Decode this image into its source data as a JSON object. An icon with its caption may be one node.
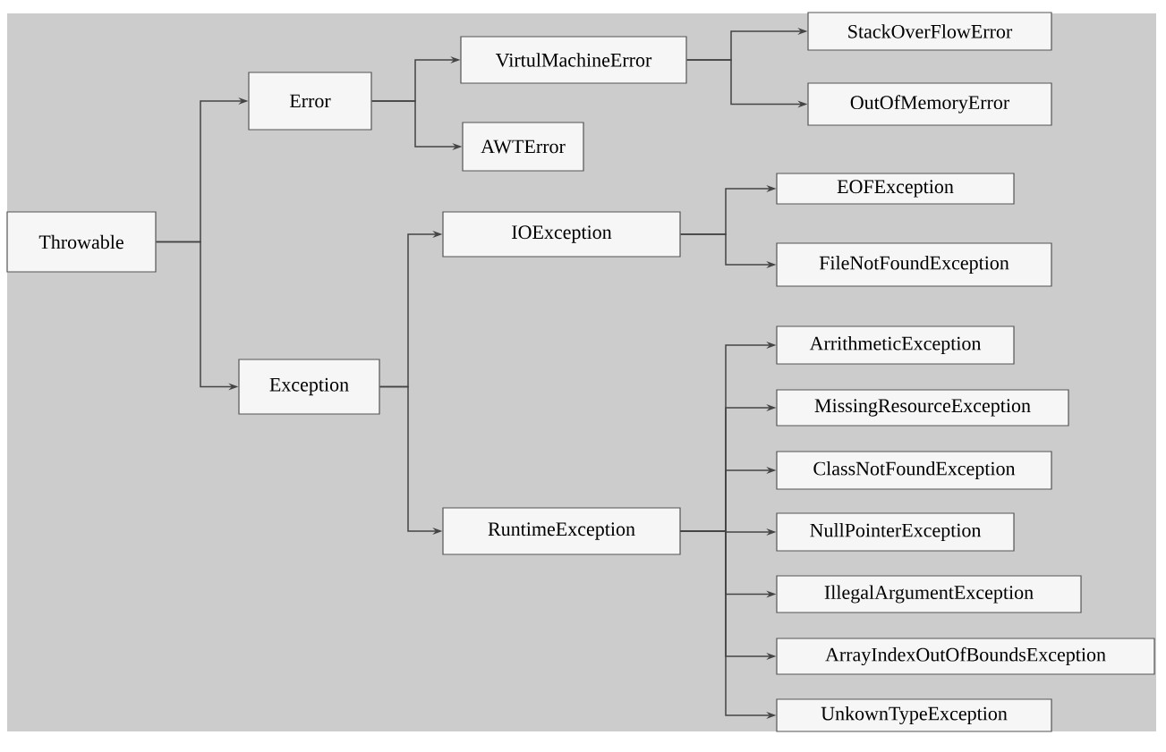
{
  "diagram": {
    "nodes": [
      {
        "text": [
          "Throwable"
        ]
      },
      {
        "text": [
          "Error"
        ]
      },
      {
        "text": [
          "Exception"
        ]
      },
      {
        "text": [
          "VirtulMachineError"
        ]
      },
      {
        "text": [
          "AWTError"
        ]
      },
      {
        "text": [
          "StackOverFlowError"
        ]
      },
      {
        "text": [
          "OutOfMemoryError"
        ]
      },
      {
        "text": [
          "IOException"
        ]
      },
      {
        "text": [
          "RuntimeException"
        ]
      },
      {
        "text": [
          "EOFException"
        ]
      },
      {
        "text": [
          "FileNotFoundException"
        ]
      },
      {
        "text": [
          "ArrithmeticException"
        ]
      },
      {
        "text": [
          "MissingResourceException"
        ]
      },
      {
        "text": [
          "ClassNotFoundException"
        ]
      },
      {
        "text": [
          "NullPointerException"
        ]
      },
      {
        "text": [
          "IllegalArgumentException"
        ]
      },
      {
        "text": [
          "ArrayIndexOutOfBoundsException"
        ]
      },
      {
        "text": [
          "UnkownTypeException"
        ]
      }
    ],
    "edges": [
      {
        "from": 0,
        "to": 1,
        "arrow": "to"
      },
      {
        "from": 0,
        "to": 2,
        "arrow": "to"
      },
      {
        "from": 1,
        "to": 3,
        "arrow": "to"
      },
      {
        "from": 1,
        "to": 4,
        "arrow": "to"
      },
      {
        "from": 3,
        "to": 5,
        "arrow": "to"
      },
      {
        "from": 3,
        "to": 6,
        "arrow": "to"
      },
      {
        "from": 2,
        "to": 7,
        "arrow": "to"
      },
      {
        "from": 2,
        "to": 8,
        "arrow": "to"
      },
      {
        "from": 7,
        "to": 9,
        "arrow": "to"
      },
      {
        "from": 7,
        "to": 10,
        "arrow": "to"
      },
      {
        "from": 8,
        "to": 11,
        "arrow": "to"
      },
      {
        "from": 8,
        "to": 12,
        "arrow": "to"
      },
      {
        "from": 8,
        "to": 13,
        "arrow": "to"
      },
      {
        "from": 8,
        "to": 14,
        "arrow": "to"
      },
      {
        "from": 8,
        "to": 15,
        "arrow": "to"
      },
      {
        "from": 8,
        "to": 16,
        "arrow": "to"
      },
      {
        "from": 8,
        "to": 17,
        "arrow": "to"
      }
    ]
  }
}
